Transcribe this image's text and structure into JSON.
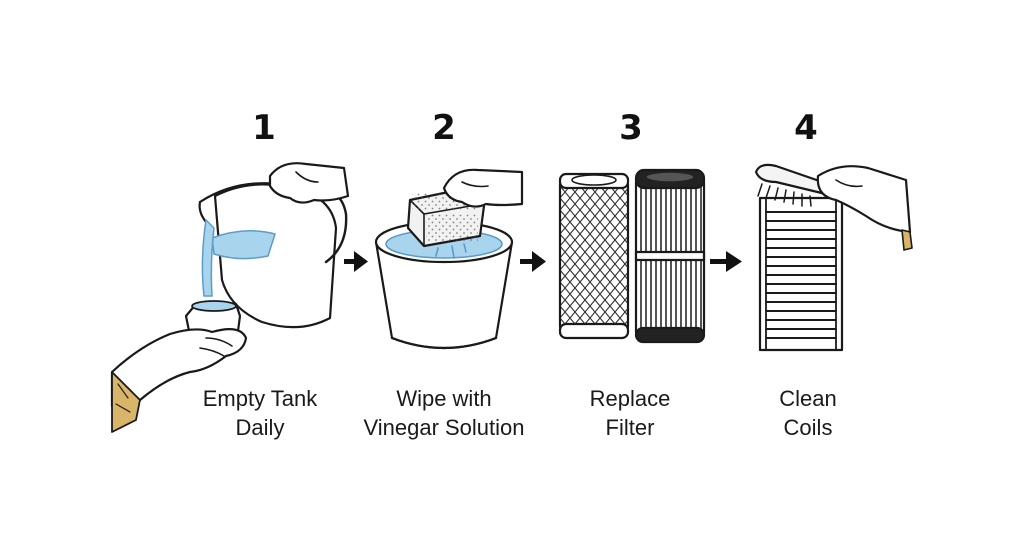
{
  "steps": [
    {
      "number": "1",
      "caption_line1": "Empty Tank",
      "caption_line2": "Daily",
      "icon": "pitcher-pouring-icon"
    },
    {
      "number": "2",
      "caption_line1": "Wipe with",
      "caption_line2": "Vinegar Solution",
      "icon": "sponge-bucket-icon"
    },
    {
      "number": "3",
      "caption_line1": "Replace",
      "caption_line2": "Filter",
      "icon": "filter-cartridges-icon"
    },
    {
      "number": "4",
      "caption_line1": "Clean",
      "caption_line2": "Coils",
      "icon": "brush-coils-icon"
    }
  ],
  "connector_icon": "right-arrow-icon",
  "colors": {
    "ink": "#1a1a1a",
    "water": "#a9d4ee",
    "water_dark": "#6fb0dc",
    "sleeve": "#d9b56a",
    "filter_dark": "#222222"
  }
}
